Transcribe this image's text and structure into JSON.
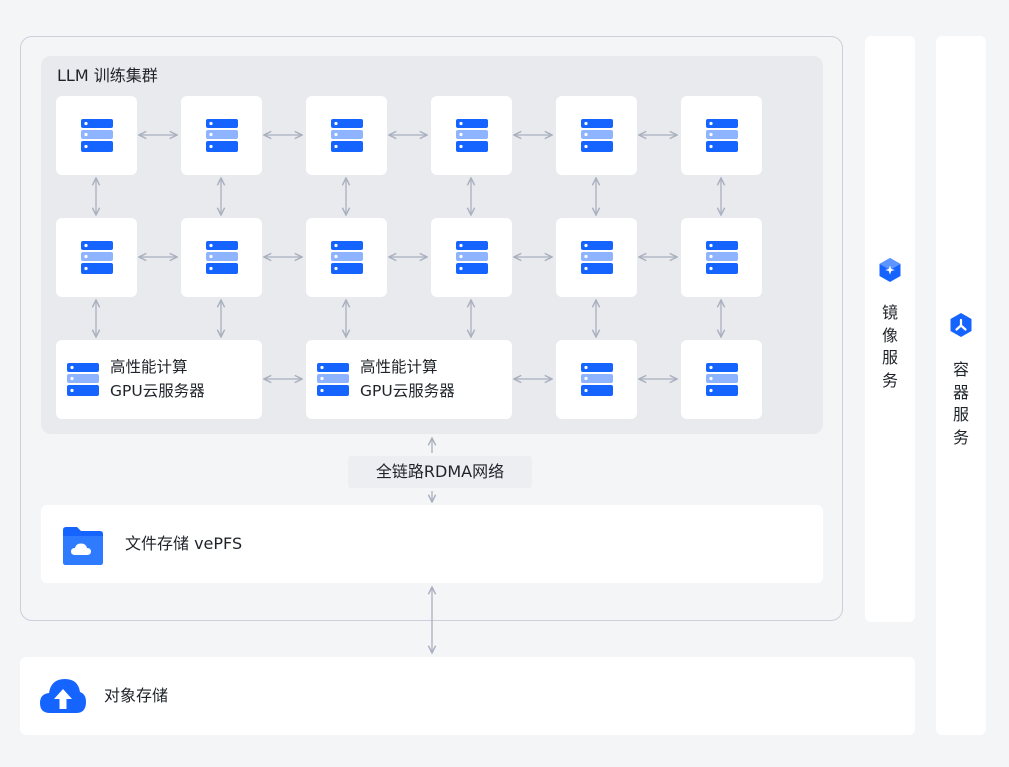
{
  "cluster": {
    "title": "LLM 训练集群",
    "gpu_server_label_line1": "高性能计算",
    "gpu_server_label_line2": "GPU云服务器"
  },
  "network": {
    "label": "全链路RDMA网络"
  },
  "file_storage": {
    "label": "文件存储 vePFS"
  },
  "object_storage": {
    "label": "对象存储"
  },
  "image_service": {
    "chars": [
      "镜",
      "像",
      "服",
      "务"
    ]
  },
  "container_service": {
    "chars": [
      "容",
      "器",
      "服",
      "务"
    ]
  },
  "colors": {
    "server_icon_dark": "#1664ff",
    "server_icon_light": "#8fb4ff",
    "arrow": "#a9b0be",
    "frame_border": "#c9cfdc",
    "panel_bg": "#e9eaee",
    "page_bg": "#f4f5f7"
  },
  "icons": {
    "server": "server-rack-icon",
    "folder": "cloud-folder-icon",
    "object_storage": "cloud-upload-icon",
    "image_service": "cube-sparkle-icon",
    "container_service": "cube-container-icon"
  }
}
